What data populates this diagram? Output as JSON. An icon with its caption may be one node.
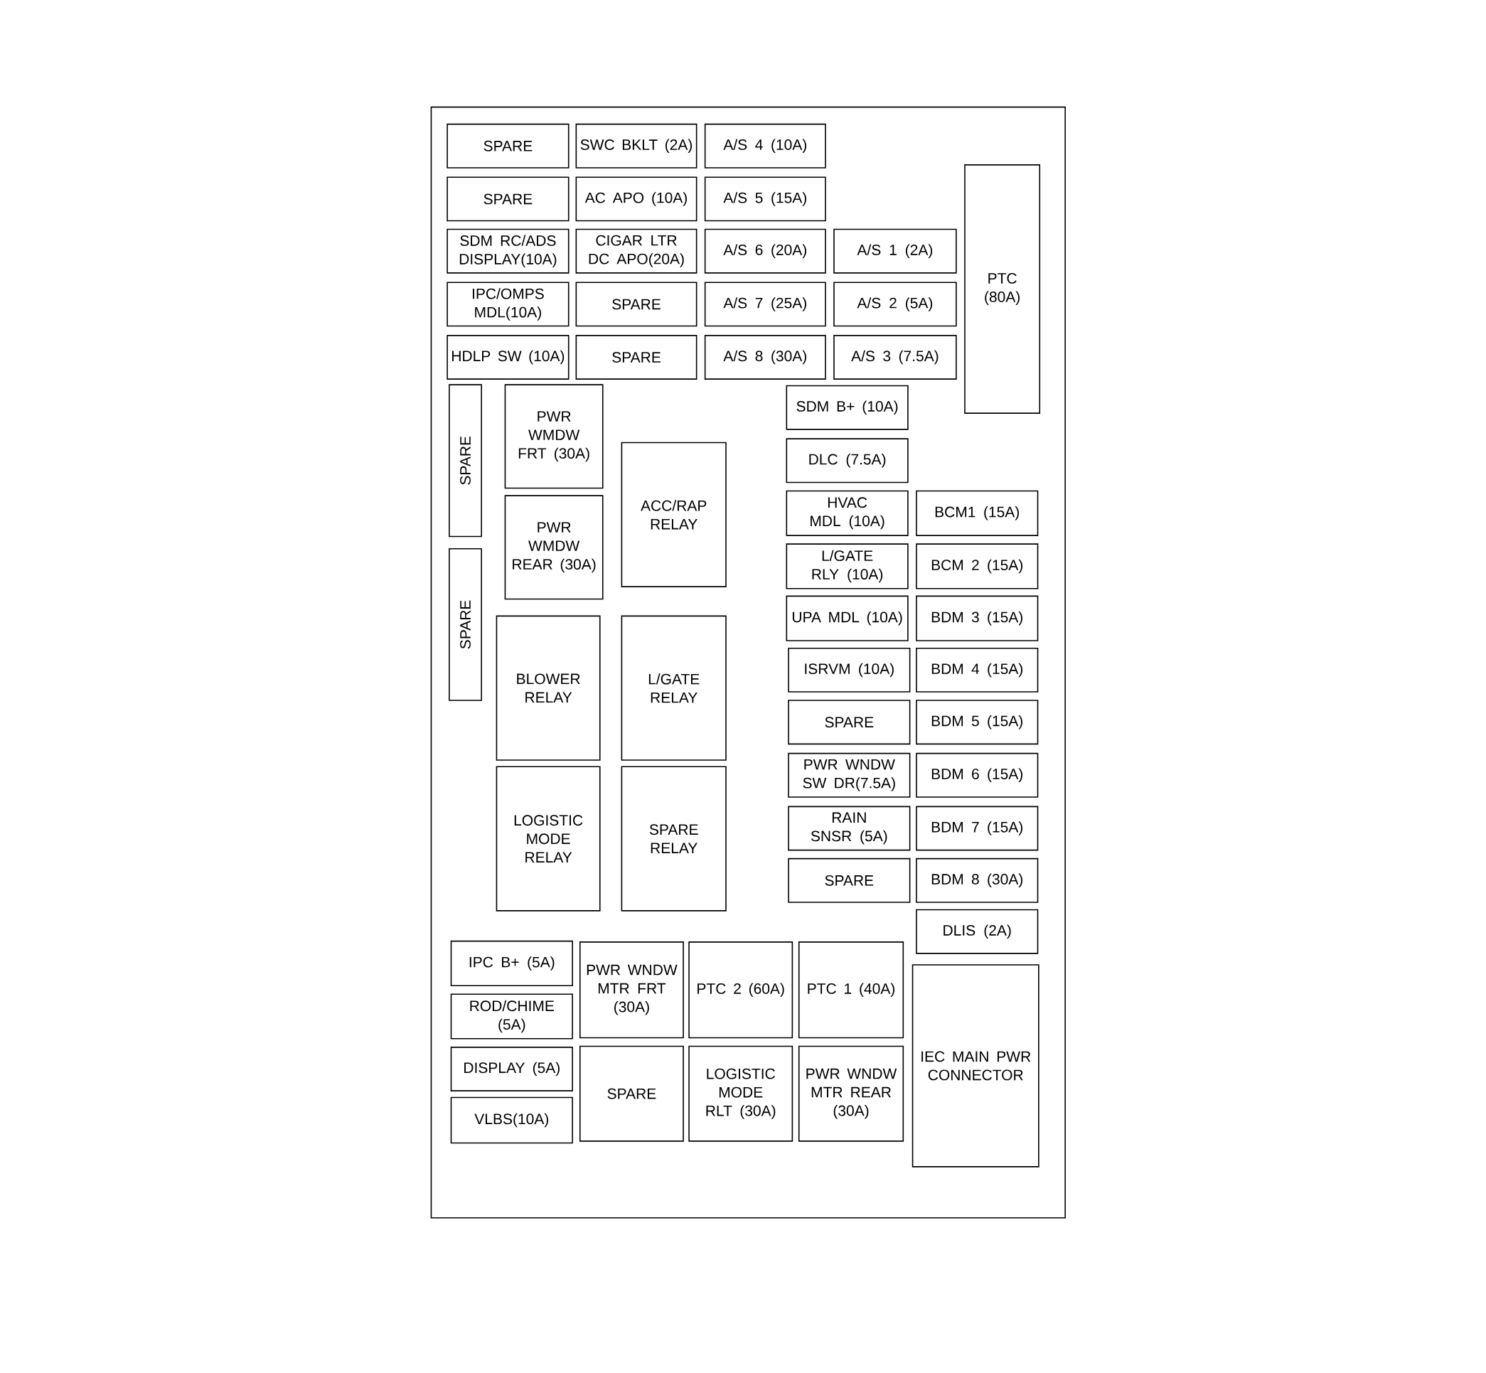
{
  "diagram": {
    "nodes": [
      {
        "text": [],
        "shape": "box"
      },
      {
        "text": [
          "SPARE"
        ],
        "in": 0
      },
      {
        "text": [
          "SWC BKLT (2A)"
        ],
        "in": 0
      },
      {
        "text": [
          "A/S 4 (10A)"
        ],
        "in": 0
      },
      {
        "text": [
          "SPARE"
        ],
        "in": 0
      },
      {
        "text": [
          "AC APO (10A)"
        ],
        "in": 0
      },
      {
        "text": [
          "A/S 5 (15A)"
        ],
        "in": 0
      },
      {
        "text": [
          "PTC (80A)"
        ],
        "in": 0
      },
      {
        "text": [
          "SDM RC/ADS DISPLAY(10A)"
        ],
        "in": 0
      },
      {
        "text": [
          "CIGAR LTR DC APO(20A)"
        ],
        "in": 0
      },
      {
        "text": [
          "A/S 6 (20A)"
        ],
        "in": 0
      },
      {
        "text": [
          "A/S 1 (2A)"
        ],
        "in": 0
      },
      {
        "text": [
          "IPC/OMPS MDL(10A)"
        ],
        "in": 0
      },
      {
        "text": [
          "SPARE"
        ],
        "in": 0
      },
      {
        "text": [
          "A/S 7 (25A)"
        ],
        "in": 0
      },
      {
        "text": [
          "A/S 2 (5A)"
        ],
        "in": 0
      },
      {
        "text": [
          "HDLP SW (10A)"
        ],
        "in": 0
      },
      {
        "text": [
          "SPARE"
        ],
        "in": 0
      },
      {
        "text": [
          "A/S 8 (30A)"
        ],
        "in": 0
      },
      {
        "text": [
          "A/S 3 (7.5A)"
        ],
        "in": 0
      },
      {
        "text": [
          "SPARE"
        ],
        "in": 0
      },
      {
        "text": [
          "PWR WMDW FRT (30A)"
        ],
        "in": 0
      },
      {
        "text": [
          "SDM B+ (10A)"
        ],
        "in": 0
      },
      {
        "text": [
          "DLC (7.5A)"
        ],
        "in": 0
      },
      {
        "text": [
          "ACC/RAP RELAY"
        ],
        "in": 0
      },
      {
        "text": [
          "PWR WMDW REAR (30A)"
        ],
        "in": 0
      },
      {
        "text": [
          "HVAC MDL (10A)"
        ],
        "in": 0
      },
      {
        "text": [
          "BCM1 (15A)"
        ],
        "in": 0
      },
      {
        "text": [
          "SPARE"
        ],
        "in": 0
      },
      {
        "text": [
          "L/GATE RLY (10A)"
        ],
        "in": 0
      },
      {
        "text": [
          "BCM 2 (15A)"
        ],
        "in": 0
      },
      {
        "text": [
          "UPA MDL (10A)"
        ],
        "in": 0
      },
      {
        "text": [
          "BDM 3 (15A)"
        ],
        "in": 0
      },
      {
        "text": [
          "BLOWER RELAY"
        ],
        "in": 0
      },
      {
        "text": [
          "L/GATE RELAY"
        ],
        "in": 0
      },
      {
        "text": [
          "ISRVM (10A)"
        ],
        "in": 0
      },
      {
        "text": [
          "BDM 4 (15A)"
        ],
        "in": 0
      },
      {
        "text": [
          "SPARE"
        ],
        "in": 0
      },
      {
        "text": [
          "BDM 5 (15A)"
        ],
        "in": 0
      },
      {
        "text": [
          "PWR WNDW SW DR(7.5A)"
        ],
        "in": 0
      },
      {
        "text": [
          "BDM 6 (15A)"
        ],
        "in": 0
      },
      {
        "text": [
          "LOGISTIC MODE RELAY"
        ],
        "in": 0
      },
      {
        "text": [
          "SPARE RELAY"
        ],
        "in": 0
      },
      {
        "text": [
          "RAIN SNSR (5A)"
        ],
        "in": 0
      },
      {
        "text": [
          "BDM 7 (15A)"
        ],
        "in": 0
      },
      {
        "text": [
          "SPARE"
        ],
        "in": 0
      },
      {
        "text": [
          "BDM 8 (30A)"
        ],
        "in": 0
      },
      {
        "text": [
          "DLIS (2A)"
        ],
        "in": 0
      },
      {
        "text": [
          "IPC B+ (5A)"
        ],
        "in": 0
      },
      {
        "text": [
          "PWR WNDW MTR FRT (30A)"
        ],
        "in": 0
      },
      {
        "text": [
          "PTC 2 (60A)"
        ],
        "in": 0
      },
      {
        "text": [
          "PTC 1 (40A)"
        ],
        "in": 0
      },
      {
        "text": [
          "IEC MAIN PWR CONNECTOR"
        ],
        "in": 0
      },
      {
        "text": [
          "ROD/CHIME (5A)"
        ],
        "in": 0
      },
      {
        "text": [
          "DISPLAY (5A)"
        ],
        "in": 0
      },
      {
        "text": [
          "SPARE"
        ],
        "in": 0
      },
      {
        "text": [
          "LOGISTIC MODE RLT (30A)"
        ],
        "in": 0
      },
      {
        "text": [
          "PWR WNDW MTR REAR (30A)"
        ],
        "in": 0
      },
      {
        "text": [
          "VLBS(10A)"
        ],
        "in": 0
      }
    ]
  }
}
